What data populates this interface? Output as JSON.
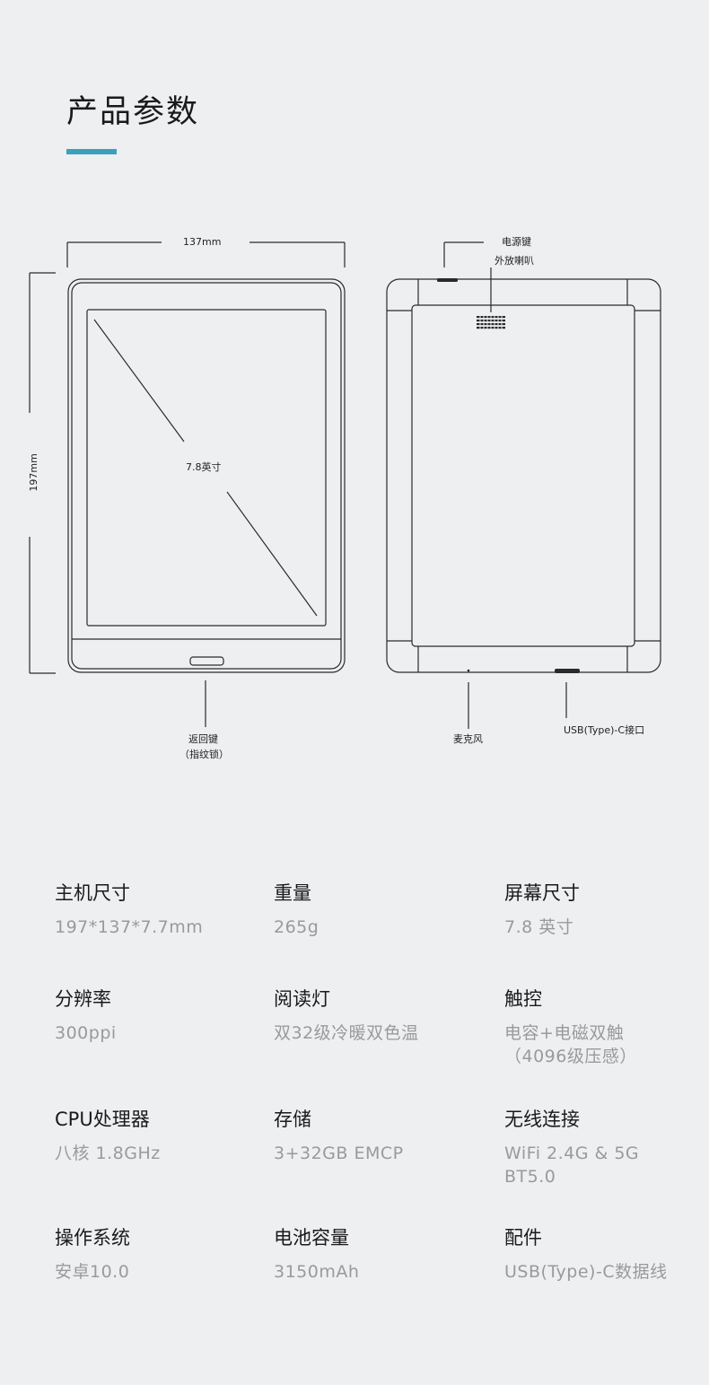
{
  "header": {
    "title": "产品参数"
  },
  "diagram": {
    "width_label": "137mm",
    "height_label": "197mm",
    "screen_label": "7.8英寸",
    "front_button_label_line1": "返回键",
    "front_button_label_line2": "（指纹锁）",
    "power_key_label": "电源键",
    "speaker_label": "外放喇叭",
    "mic_label": "麦克风",
    "usb_label": "USB(Type)-C接口"
  },
  "specs": [
    {
      "label": "主机尺寸",
      "value": "197*137*7.7mm"
    },
    {
      "label": "重量",
      "value": "265g"
    },
    {
      "label": "屏幕尺寸",
      "value": "7.8 英寸"
    },
    {
      "label": "分辨率",
      "value": "300ppi"
    },
    {
      "label": "阅读灯",
      "value": "双32级冷暖双色温"
    },
    {
      "label": "触控",
      "value": "电容+电磁双触\n（4096级压感）"
    },
    {
      "label": "CPU处理器",
      "value": "八核 1.8GHz"
    },
    {
      "label": "存储",
      "value": "3+32GB EMCP"
    },
    {
      "label": "无线连接",
      "value": "WiFi 2.4G & 5G\nBT5.0"
    },
    {
      "label": "操作系统",
      "value": "安卓10.0"
    },
    {
      "label": "电池容量",
      "value": "3150mAh"
    },
    {
      "label": "配件",
      "value": "USB(Type)-C数据线"
    }
  ]
}
